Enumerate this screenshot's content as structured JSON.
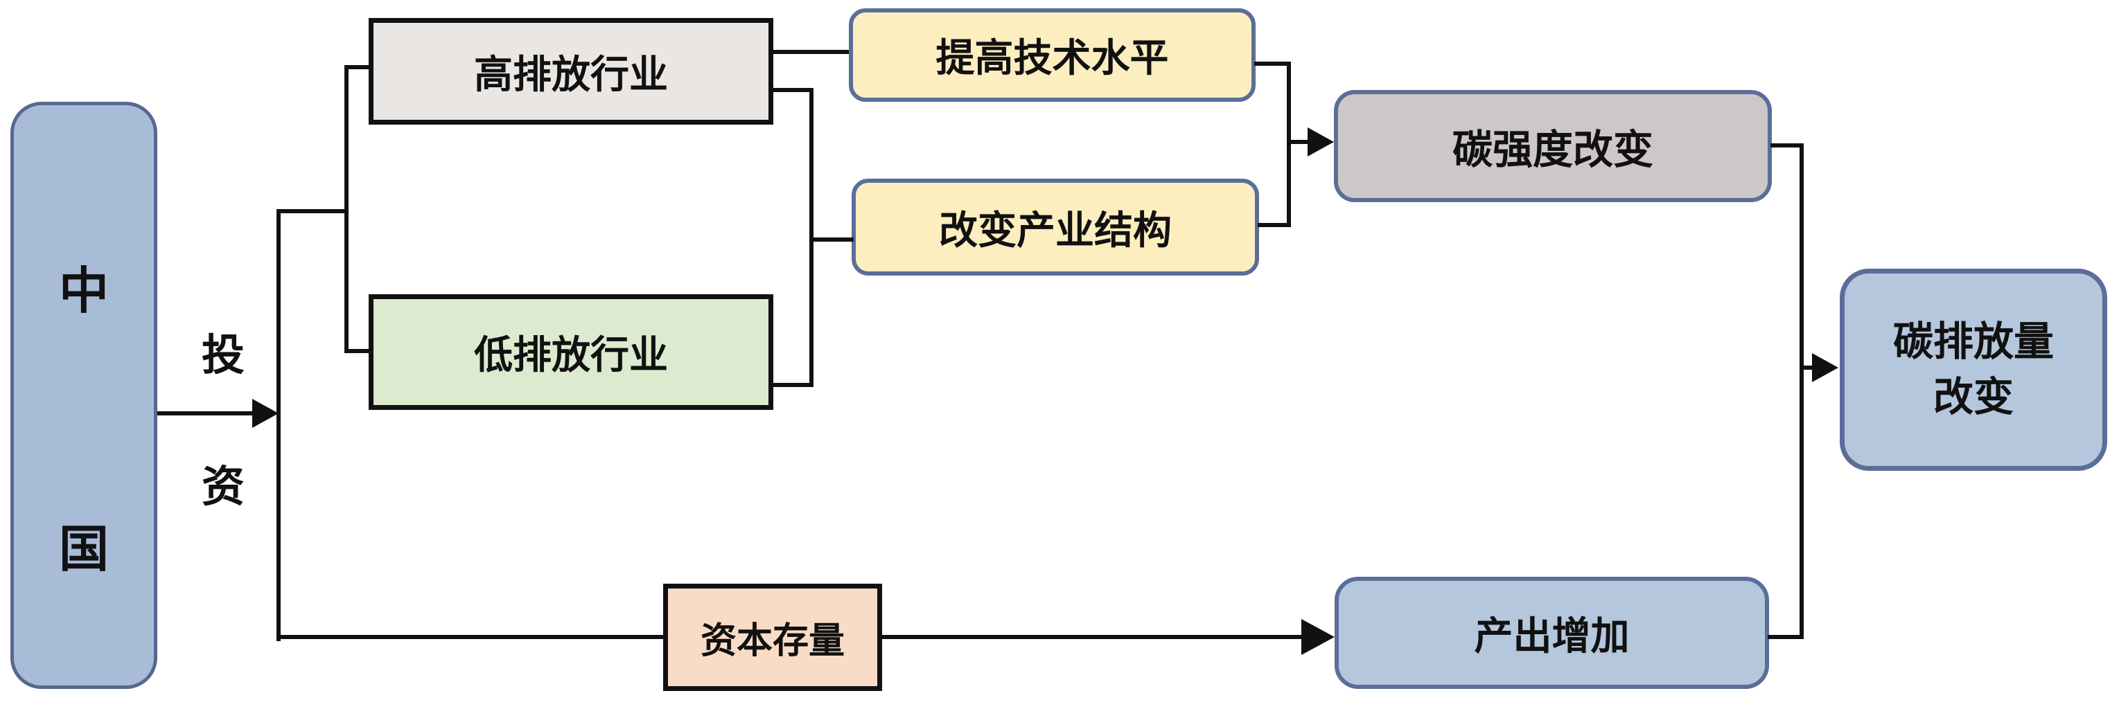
{
  "diagram": {
    "title_semantic": "China investment carbon emission flowchart",
    "line_color": "#111111",
    "nodes": {
      "china": {
        "chars": [
          "中",
          "国"
        ],
        "fill": "#a8bcd8",
        "border": "#56688f"
      },
      "high_emission_industry": {
        "label": "高排放行业",
        "fill": "#e9e6e3",
        "border": "#111111"
      },
      "low_emission_industry": {
        "label": "低排放行业",
        "fill": "#dcead0",
        "border": "#111111"
      },
      "improve_tech_level": {
        "label": "提高技术水平",
        "fill": "#fdeec0",
        "border": "#5b6d99"
      },
      "change_industrial_structure": {
        "label": "改变产业结构",
        "fill": "#fdeec0",
        "border": "#5b6d99"
      },
      "carbon_intensity_change": {
        "label": "碳强度改变",
        "fill": "#cdc7c7",
        "border": "#5b6d99"
      },
      "capital_stock": {
        "label": "资本存量",
        "fill": "#f9dcc8",
        "border": "#111111"
      },
      "output_increase": {
        "label": "产出增加",
        "fill": "#b5c7dc",
        "border": "#5b6d99"
      },
      "carbon_emission_change": {
        "lines": [
          "碳排放量",
          "改变"
        ],
        "fill": "#b5c7dc",
        "border": "#5b6d99"
      }
    },
    "edge_labels": {
      "investment": [
        "投",
        "资"
      ]
    }
  }
}
